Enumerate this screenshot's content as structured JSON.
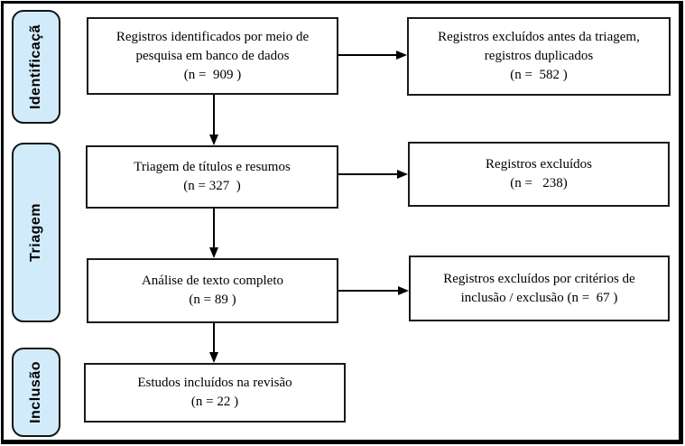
{
  "stages": [
    {
      "label": "Identificaçã"
    },
    {
      "label": "Triagem"
    },
    {
      "label": "Inclusão"
    }
  ],
  "boxes": {
    "identified": {
      "text": "Registros identificados por meio de pesquisa em banco de dados",
      "count": "(n =  909 )"
    },
    "screening": {
      "text": "Triagem de títulos e resumos",
      "count": "(n = 327  )"
    },
    "fulltext": {
      "text": "Análise de texto completo",
      "count": "(n = 89 )"
    },
    "included": {
      "text": "Estudos incluídos na revisão",
      "count": "(n = 22 )"
    },
    "excluded_before": {
      "text": "Registros excluídos antes da triagem, registros duplicados",
      "count": "(n =  582 )"
    },
    "excluded_screening": {
      "text": "Registros excluídos",
      "count": "(n =   238)"
    },
    "excluded_fulltext": {
      "text": "Registros excluídos por critérios de inclusão / exclusão (n =  67 )"
    }
  },
  "colors": {
    "stage_fill": "#d2ebfa",
    "line": "#000000",
    "box_background": "#ffffff"
  }
}
